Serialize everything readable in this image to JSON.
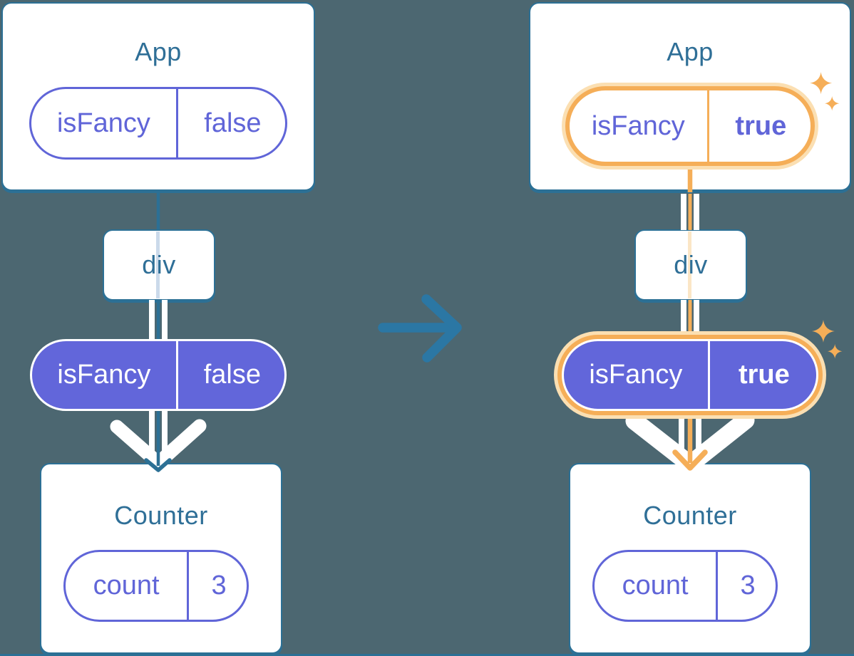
{
  "colors": {
    "bg": "#4C6771",
    "teal": "#2C7095",
    "tealText": "#2F6F97",
    "arrowBlue": "#2B77A4",
    "purple": "#6266DA",
    "purpleLine": "#6065D8",
    "orange": "#F5AE58",
    "orangeGlow": "#FBDFB2",
    "white": "#FFFFFF",
    "faintBlue": "#CBDAEA",
    "faintOrange": "#FBE6C6"
  },
  "trees": [
    {
      "app": {
        "title": "App",
        "prop_name": "isFancy",
        "prop_value": "false"
      },
      "container": {
        "title": "div"
      },
      "passed_prop": {
        "name": "isFancy",
        "value": "false"
      },
      "counter": {
        "title": "Counter",
        "state_name": "count",
        "state_value": "3"
      }
    },
    {
      "app": {
        "title": "App",
        "prop_name": "isFancy",
        "prop_value": "true"
      },
      "container": {
        "title": "div"
      },
      "passed_prop": {
        "name": "isFancy",
        "value": "true"
      },
      "counter": {
        "title": "Counter",
        "state_name": "count",
        "state_value": "3"
      }
    }
  ]
}
